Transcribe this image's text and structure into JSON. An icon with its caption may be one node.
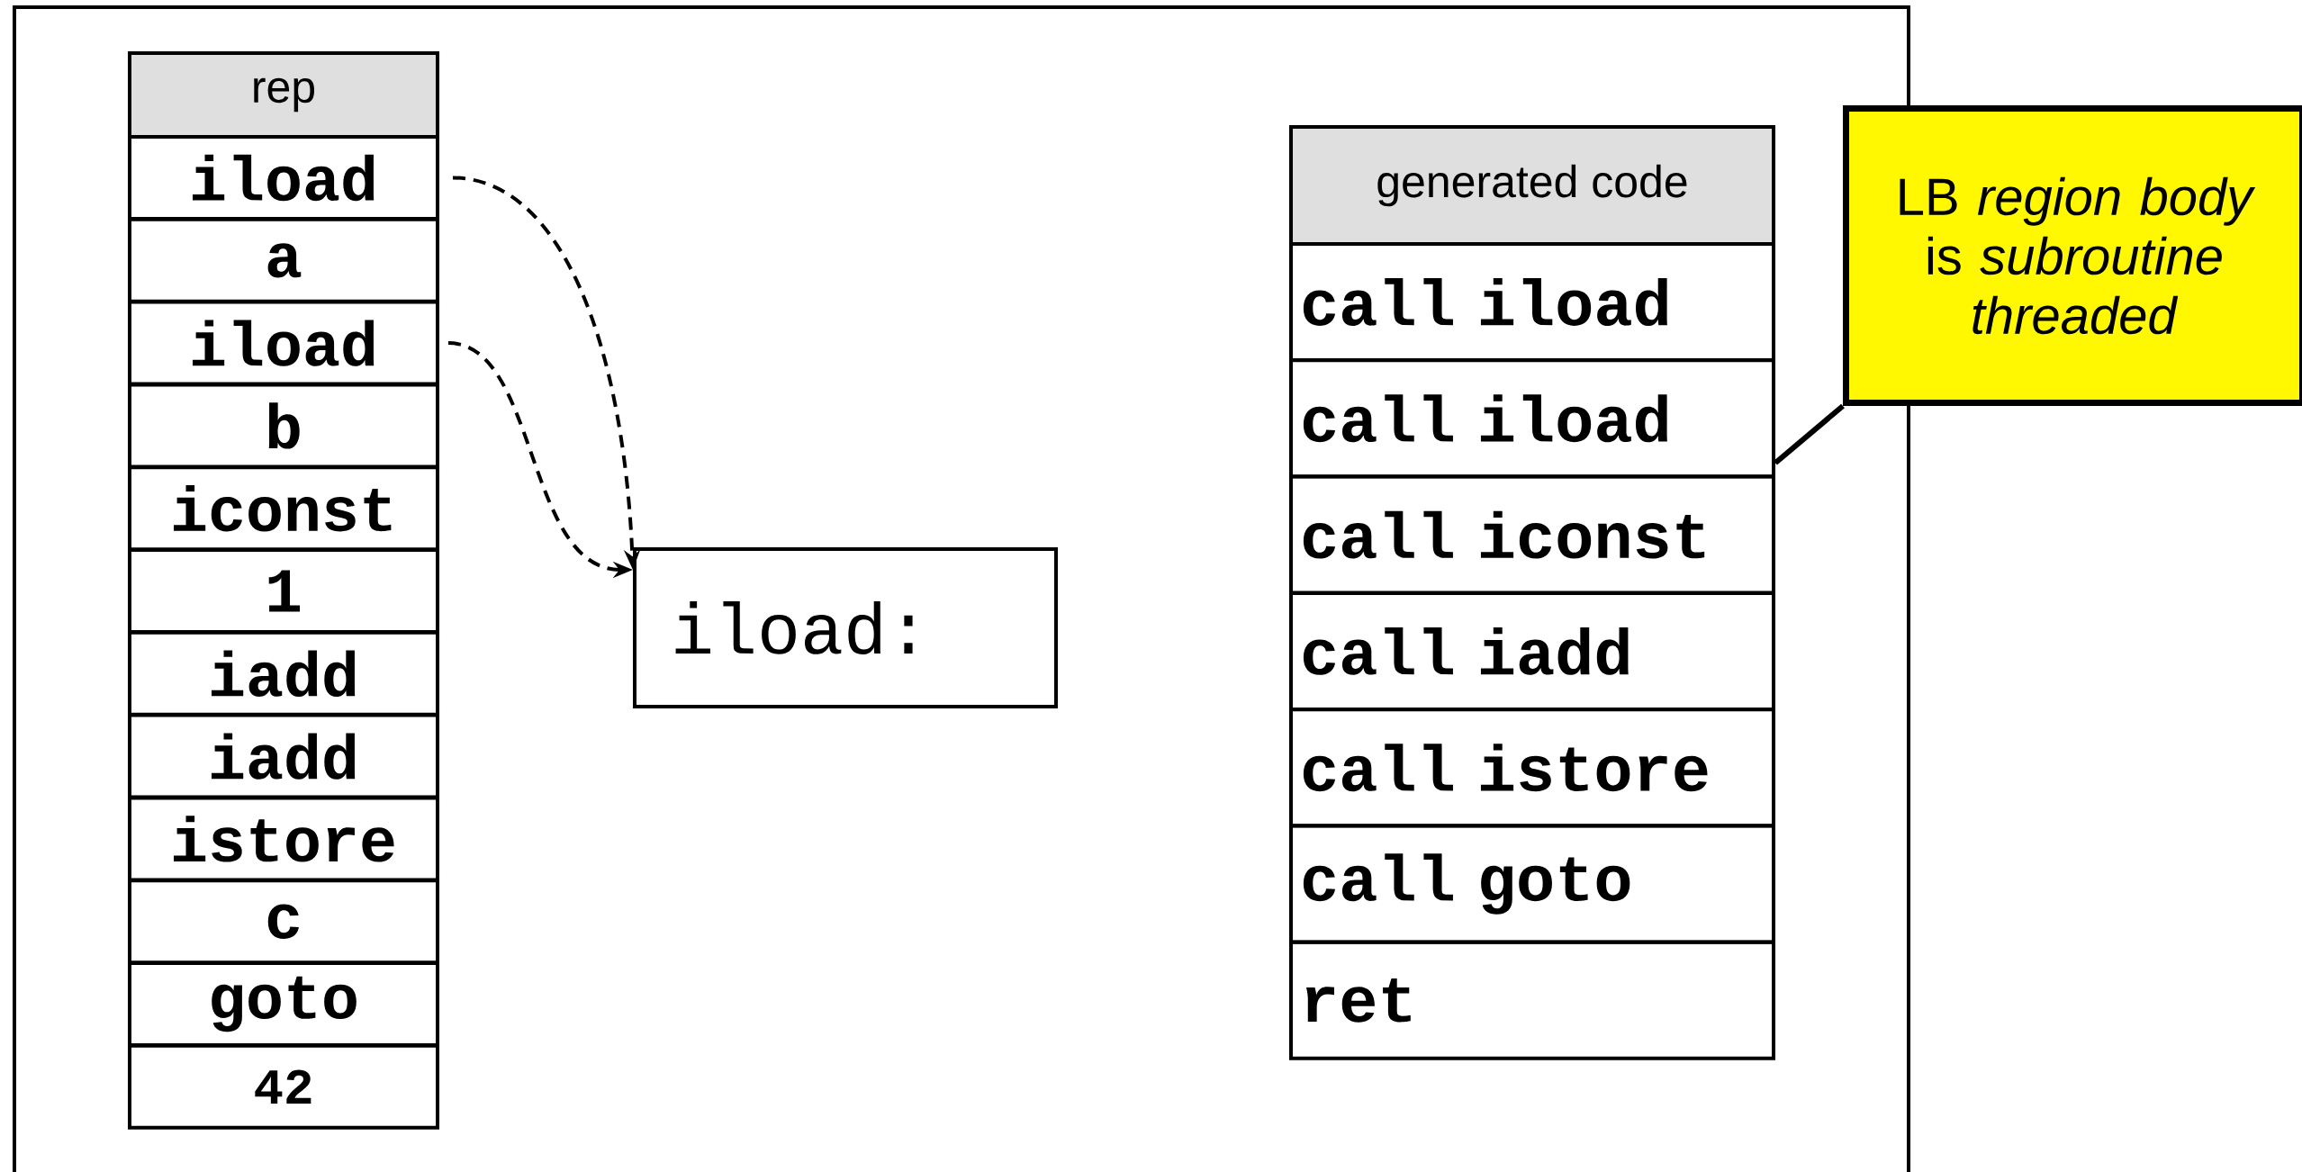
{
  "diagram": {
    "nodes": [
      {
        "text": [
          "rep"
        ]
      },
      {
        "text": [
          "iload"
        ]
      },
      {
        "text": [
          "a"
        ]
      },
      {
        "text": [
          "iload"
        ]
      },
      {
        "text": [
          "b"
        ]
      },
      {
        "text": [
          "iconst"
        ]
      },
      {
        "text": [
          "1"
        ]
      },
      {
        "text": [
          "iadd"
        ]
      },
      {
        "text": [
          "iadd"
        ]
      },
      {
        "text": [
          "istore"
        ]
      },
      {
        "text": [
          "c"
        ]
      },
      {
        "text": [
          "goto"
        ]
      },
      {
        "text": [
          "42"
        ]
      },
      {
        "text": [
          "iload:"
        ]
      },
      {
        "text": [
          "generated code"
        ]
      },
      {
        "text": [
          "call iload"
        ]
      },
      {
        "text": [
          "call iload"
        ]
      },
      {
        "text": [
          "call iconst"
        ]
      },
      {
        "text": [
          "call iadd"
        ]
      },
      {
        "text": [
          "call istore"
        ]
      },
      {
        "text": [
          "call goto"
        ]
      },
      {
        "text": [
          "ret"
        ]
      },
      {
        "text": [
          "LB *region body* is *subroutine threaded*"
        ]
      }
    ],
    "edges": [
      {
        "from": 1,
        "to": 13,
        "arrow": "to",
        "style": "dashed"
      },
      {
        "from": 3,
        "to": 13,
        "arrow": "to",
        "style": "dashed"
      },
      {
        "from": 22,
        "to": 16,
        "arrow": "none"
      }
    ]
  }
}
